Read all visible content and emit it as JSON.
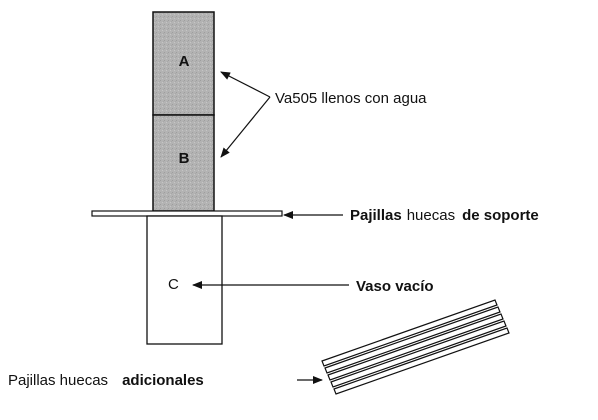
{
  "labels": {
    "box_a": "A",
    "box_b": "B",
    "box_c": "C",
    "filled_glasses": "Va505 llenos con agua",
    "support_straws_regular": "Pajillas",
    "support_straws_mid": "huecas",
    "support_straws_bold": "de soporte",
    "empty_glass": "Vaso vacío",
    "extra_straws_regular": "Pajillas huecas",
    "extra_straws_bold": "adicionales"
  },
  "colors": {
    "water_fill": "#b3b3b3",
    "stroke": "#111111",
    "straw_fill": "#ffffff"
  }
}
